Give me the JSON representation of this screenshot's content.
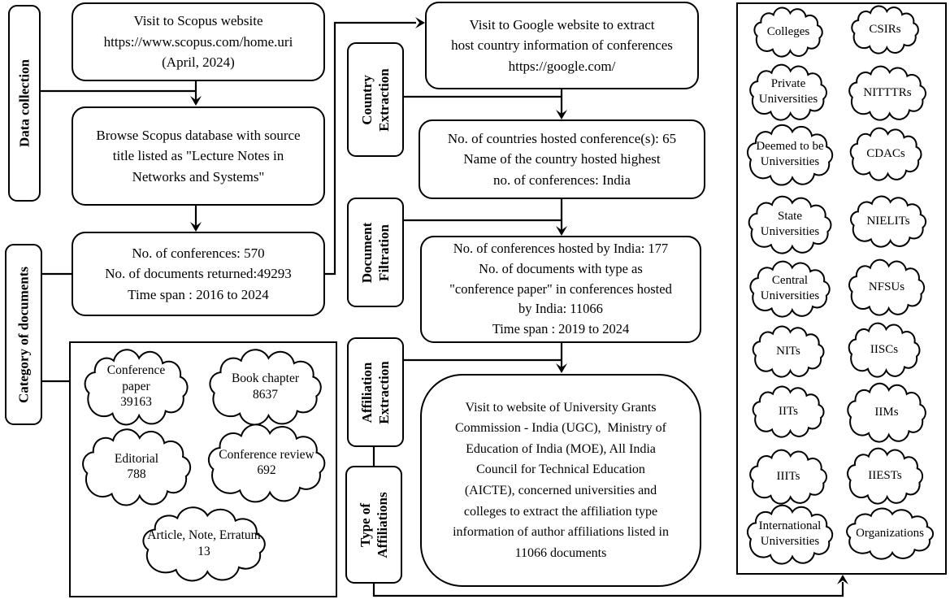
{
  "colors": {
    "ink": "#000000",
    "paper": "#ffffff"
  },
  "left": {
    "label_data_collection": "Data collection",
    "label_category_documents": "Category of documents",
    "box_scopus": {
      "lines": [
        "Visit to Scopus website",
        "https://www.scopus.com/home.uri",
        "(April, 2024)"
      ]
    },
    "box_browse": {
      "lines": [
        "Browse Scopus database with source",
        "title listed as \"Lecture Notes in",
        "Networks and Systems\""
      ]
    },
    "box_counts": {
      "lines": [
        "No. of conferences: 570",
        "No. of documents returned:49293",
        "Time span : 2016 to 2024"
      ]
    },
    "category_clouds": [
      {
        "label": "Conference paper",
        "value": "39163"
      },
      {
        "label": "Book chapter",
        "value": "8637"
      },
      {
        "label": "Editorial",
        "value": "788"
      },
      {
        "label": "Conference review",
        "value": "692"
      },
      {
        "label": "Article, Note, Erratum",
        "value": "13"
      }
    ]
  },
  "middle": {
    "label_country_extraction": [
      "Country",
      "Extraction"
    ],
    "label_document_filtration": [
      "Document",
      "Filtration"
    ],
    "label_affiliation_extraction": [
      "Affiliation",
      "Extraction"
    ],
    "label_type_affiliations": [
      "Type of",
      "Affiliations"
    ],
    "box_google": {
      "lines": [
        "Visit to Google website to extract",
        "host country information of conferences",
        "https://google.com/"
      ]
    },
    "box_countries": {
      "lines": [
        "No. of countries hosted conference(s): 65",
        "Name of the country hosted highest",
        "no. of conferences: India"
      ]
    },
    "box_india": {
      "lines": [
        "No. of conferences hosted by India: 177",
        "No. of documents with type as",
        "\"conference paper\" in conferences hosted",
        "by India: 11066",
        "Time span : 2019 to 2024"
      ]
    },
    "box_affiliation_sources": {
      "lines": [
        "Visit to website of University Grants",
        "Commission - India (UGC),  Ministry of",
        "Education of India (MOE), All India",
        "Council for Technical Education",
        "(AICTE), concerned universities and",
        "colleges to extract the affiliation type",
        "information of author affiliations listed in",
        "11066 documents"
      ]
    }
  },
  "right": {
    "affiliation_type_clouds": [
      "Colleges",
      "CSIRs",
      "Private Universities",
      "NITTTRs",
      "Deemed to be Universities",
      "CDACs",
      "State Universities",
      "NIELITs",
      "Central Universities",
      "NFSUs",
      "NITs",
      "IISCs",
      "IITs",
      "IIMs",
      "IIITs",
      "IIESTs",
      "International Universities",
      "Organizations"
    ]
  }
}
